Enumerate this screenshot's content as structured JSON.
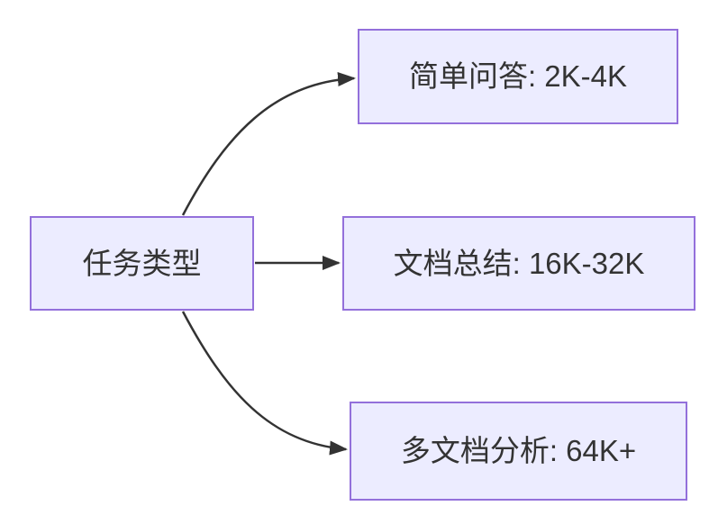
{
  "diagram": {
    "type": "flowchart",
    "colors": {
      "canvas_bg": "#ffffff",
      "node_fill": "#ECECFF",
      "node_border": "#9370DB",
      "edge_color": "#333333",
      "text_color": "#333333"
    },
    "root": {
      "label": "任务类型"
    },
    "children": [
      {
        "label": "简单问答: 2K-4K"
      },
      {
        "label": "文档总结: 16K-32K"
      },
      {
        "label": "多文档分析: 64K+"
      }
    ]
  }
}
